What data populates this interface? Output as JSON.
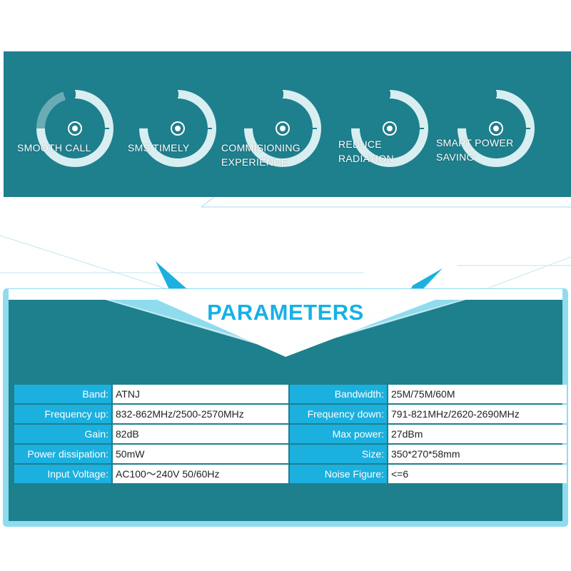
{
  "features": [
    {
      "line1": "SMOOTH CALL",
      "line2": ""
    },
    {
      "line1": "SMS TIMELY",
      "line2": ""
    },
    {
      "line1": "COMMISIONING",
      "line2": "EXPERIENCE"
    },
    {
      "line1": "REDUCE",
      "line2": "RADIATION"
    },
    {
      "line1": "SMART POWER",
      "line2": "SAVING"
    }
  ],
  "title": "PARAMETERS",
  "params": [
    {
      "l1": "Band:",
      "v1": "ATNJ",
      "l2": "Bandwidth:",
      "v2": "25M/75M/60M"
    },
    {
      "l1": "Frequency up:",
      "v1": "832-862MHz/2500-2570MHz",
      "l2": "Frequency down:",
      "v2": "791-821MHz/2620-2690MHz"
    },
    {
      "l1": "Gain:",
      "v1": "82dB",
      "l2": "Max power:",
      "v2": "27dBm"
    },
    {
      "l1": "Power dissipation:",
      "v1": "50mW",
      "l2": "Size:",
      "v2": "350*270*58mm"
    },
    {
      "l1": "Input Voltage:",
      "v1": "AC100～240V  50/60Hz",
      "l2": "Noise Figure:",
      "v2": "<=6"
    }
  ],
  "colors": {
    "banner": "#1e7f8d",
    "accent": "#16b1e6",
    "label_bg": "#1bb0de"
  }
}
